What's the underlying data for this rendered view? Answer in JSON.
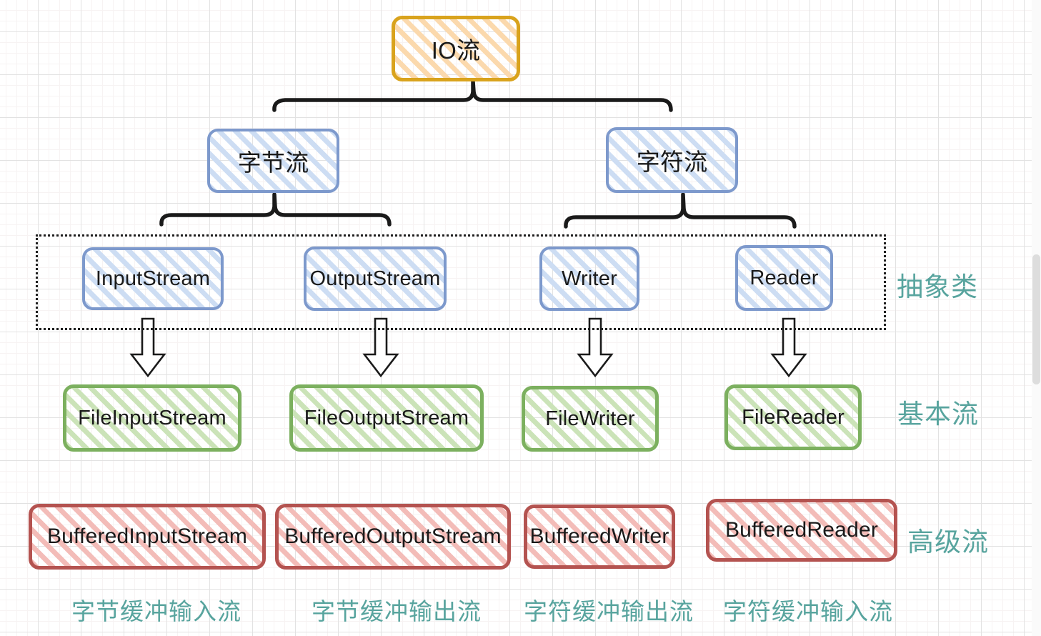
{
  "diagram": {
    "root": {
      "label": "IO流"
    },
    "branches": [
      {
        "label": "字节流"
      },
      {
        "label": "字符流"
      }
    ],
    "abstract_row": [
      {
        "label": "InputStream"
      },
      {
        "label": "OutputStream"
      },
      {
        "label": "Writer"
      },
      {
        "label": "Reader"
      }
    ],
    "basic_row": [
      {
        "label": "FileInputStream"
      },
      {
        "label": "FileOutputStream"
      },
      {
        "label": "FileWriter"
      },
      {
        "label": "FileReader"
      }
    ],
    "advanced_row": [
      {
        "label": "BufferedInputStream"
      },
      {
        "label": "BufferedOutputStream"
      },
      {
        "label": "BufferedWriter"
      },
      {
        "label": "BufferedReader"
      }
    ],
    "side_labels": {
      "abstract": "抽象类",
      "basic": "基本流",
      "advanced": "高级流"
    },
    "captions": [
      {
        "text": "字节缓冲输入流"
      },
      {
        "text": "字节缓冲输出流"
      },
      {
        "text": "字符缓冲输出流"
      },
      {
        "text": "字符缓冲输入流"
      }
    ]
  },
  "colors": {
    "root_border": "#d9a31d",
    "root_fill": "#fbd9ad",
    "blue_border": "#7d99cc",
    "blue_fill": "#cdddf3",
    "green_border": "#7cb05f",
    "green_fill": "#cbe3b8",
    "red_border": "#b45350",
    "red_fill": "#f3bcb8",
    "annotation": "#58a49e",
    "connector": "#1a1a1a"
  }
}
